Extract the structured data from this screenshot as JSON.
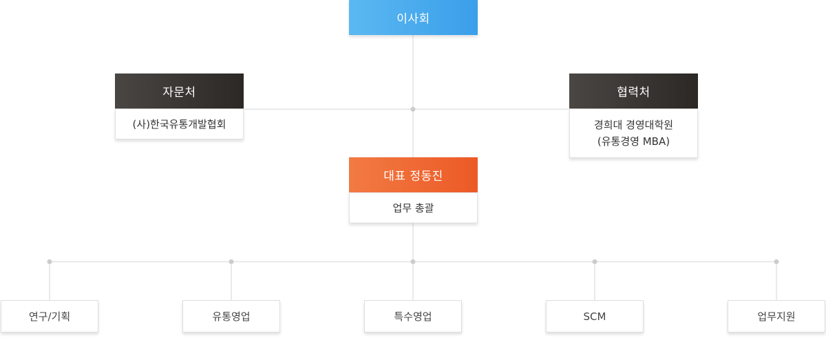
{
  "board": {
    "title": "이사회",
    "color_from": "#5bb8f1",
    "color_to": "#3a9fea"
  },
  "advisory": {
    "title": "자문처",
    "body": [
      "(사)한국유통개발협회"
    ]
  },
  "partner": {
    "title": "협력처",
    "body": [
      "경희대 경영대학원",
      "(유통경영 MBA)"
    ]
  },
  "ceo": {
    "title": "대표 정동진",
    "body": "업무 총괄",
    "color_from": "#f27a43",
    "color_to": "#ec5a26"
  },
  "departments": [
    {
      "label": "연구/기획"
    },
    {
      "label": "유통영업"
    },
    {
      "label": "특수영업"
    },
    {
      "label": "SCM"
    },
    {
      "label": "업무지원"
    }
  ],
  "colors": {
    "line": "#d6d6d6",
    "dot": "#cccccc",
    "dark_from": "#4a4643",
    "dark_to": "#2c2825"
  }
}
